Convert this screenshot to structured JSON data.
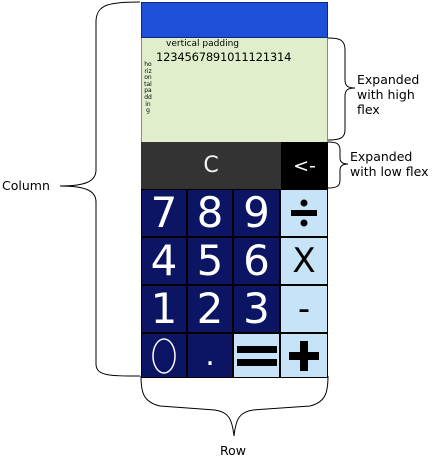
{
  "display": {
    "vertical_padding_label": "vertical padding",
    "digits": "1234567891011121314",
    "horizontal_padding_label": "horizontal padding"
  },
  "controls": {
    "clear_label": "C",
    "backspace_label": "<-"
  },
  "keypad": {
    "rows": [
      [
        "7",
        "8",
        "9"
      ],
      [
        "4",
        "5",
        "6"
      ],
      [
        "1",
        "2",
        "3"
      ]
    ],
    "decimal": "."
  },
  "operators": {
    "multiply": "X",
    "subtract": "-"
  },
  "annotations": {
    "expanded_high_flex": [
      "Expanded",
      "with high",
      "flex"
    ],
    "expanded_low_flex": [
      "Expanded",
      "with low flex"
    ],
    "column": "Column",
    "row": "Row"
  },
  "colors": {
    "top_bar": "#1e4fd8",
    "display_bg": "#e0eecb",
    "clear_bg": "#333333",
    "backspace_bg": "#000000",
    "number_key_bg": "#0c1464",
    "operator_key_bg": "#c7e3f7"
  }
}
